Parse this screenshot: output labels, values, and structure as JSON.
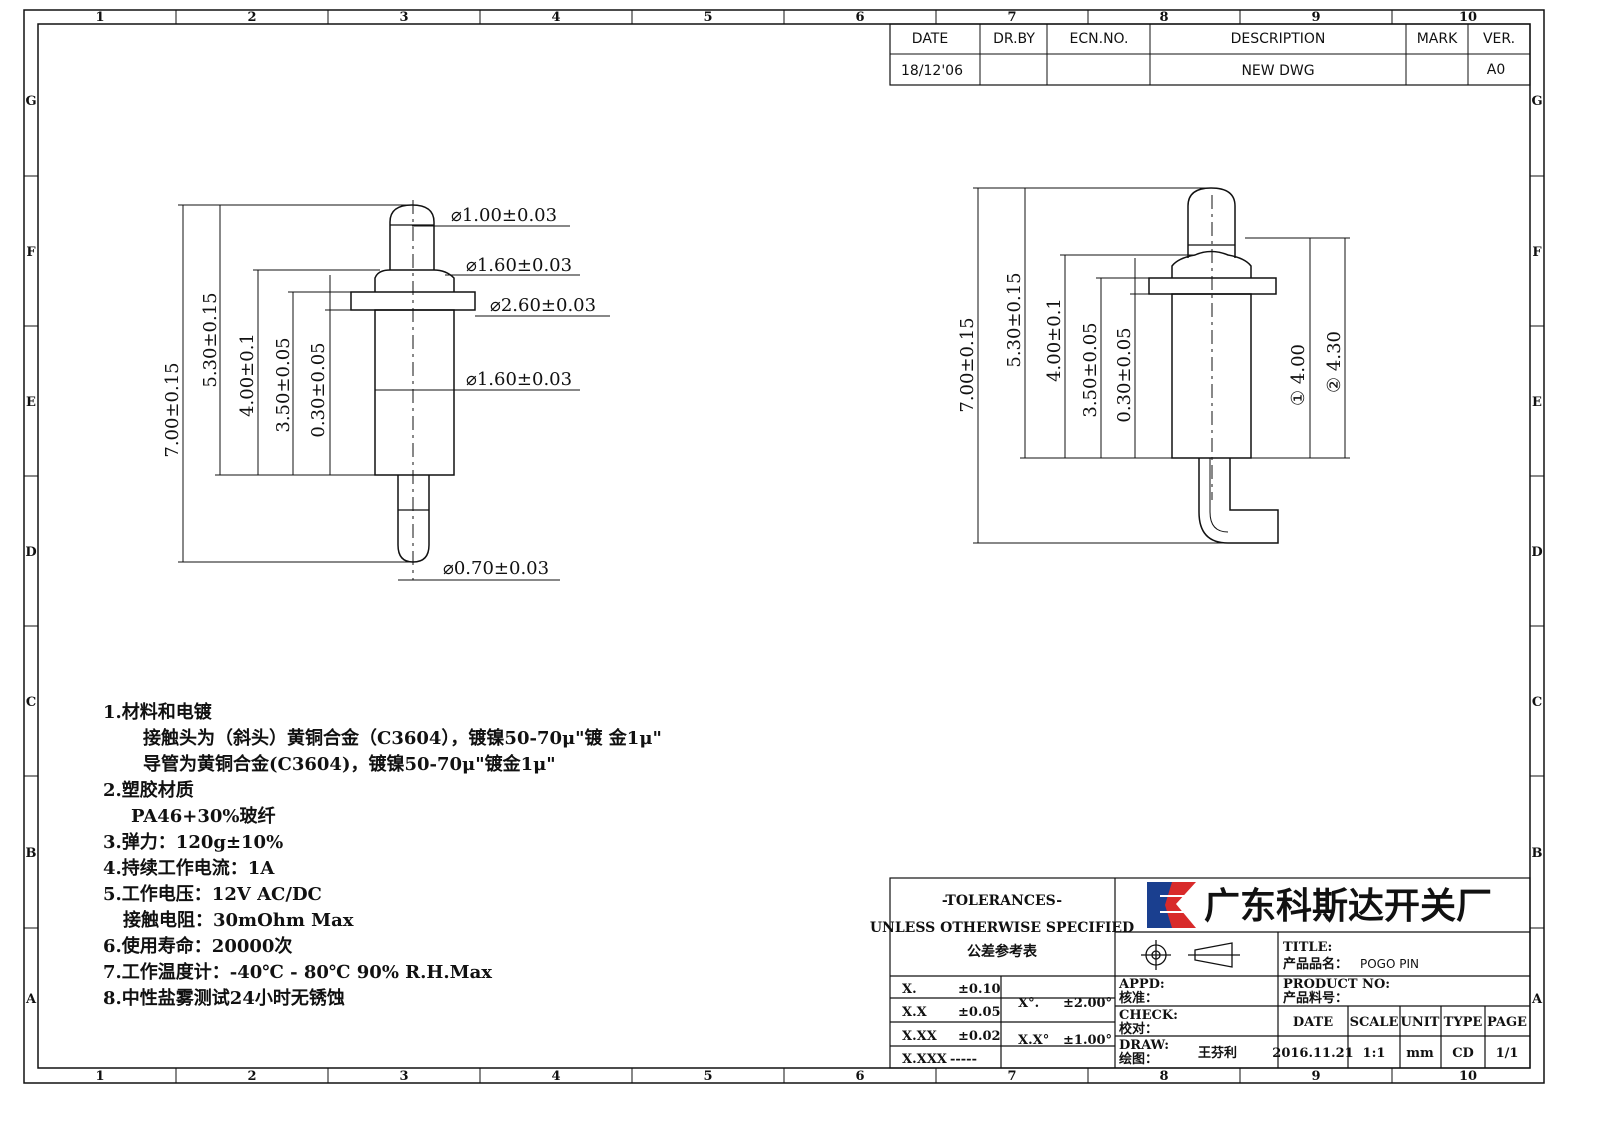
{
  "zones": {
    "columns": [
      "1",
      "2",
      "3",
      "4",
      "5",
      "6",
      "7",
      "8",
      "9",
      "10"
    ],
    "rows": [
      "G",
      "F",
      "E",
      "D",
      "C",
      "B",
      "A"
    ]
  },
  "revision": {
    "headers": [
      "DATE",
      "DR.BY",
      "ECN.NO.",
      "DESCRIPTION",
      "MARK",
      "VER."
    ],
    "row": [
      "18/12'06",
      "",
      "",
      "NEW DWG",
      "",
      "A0"
    ]
  },
  "view_left": {
    "dims": [
      "7.00±0.15",
      "5.30±0.15",
      "4.00±0.1",
      "3.50±0.05",
      "0.30±0.05"
    ],
    "diameters": [
      "⌀1.00±0.03",
      "⌀1.60±0.03",
      "⌀2.60±0.03",
      "⌀1.60±0.03",
      "⌀0.70±0.03"
    ]
  },
  "view_right": {
    "dims": [
      "7.00±0.15",
      "5.30±0.15",
      "4.00±0.1",
      "3.50±0.05",
      "0.30±0.05"
    ],
    "markers": [
      "① 4.00",
      "② 4.30"
    ]
  },
  "notes": [
    "1.材料和电镀",
    "接触头为（斜头）黄铜合金（C3604），镀镍50-70μ\"镀 金1μ\"",
    "导管为黄铜合金(C3604)，镀镍50-70μ\"镀金1μ\"",
    "2.塑胶材质",
    "PA46+30%玻纤",
    "3.弹力：120g±10%",
    "4.持续工作电流：1A",
    "5.工作电压：12V AC/DC",
    "接触电阻：30mOhm Max",
    "6.使用寿命：20000次",
    "7.工作温度计：-40℃ - 80℃   90% R.H.Max",
    "8.中性盐雾测试24小时无锈蚀"
  ],
  "tolerances": {
    "title": "-TOLERANCES-",
    "subtitle": "UNLESS OTHERWISE SPECIFIED",
    "subtitle_cn": "公差参考表",
    "rows": [
      {
        "label": "X.",
        "value": "±0.10"
      },
      {
        "label": "X.X",
        "value": "±0.05"
      },
      {
        "label": "X.XX",
        "value": "±0.02"
      },
      {
        "label": "X.XXX",
        "value": "-----"
      }
    ],
    "angular": [
      {
        "label": "X°.",
        "value": "±2.00°"
      },
      {
        "label": "X.X°",
        "value": "±1.00°"
      }
    ]
  },
  "company": {
    "name": "广东科斯达开关厂",
    "logo_colors": [
      "#1a3f8f",
      "#d82a2a"
    ]
  },
  "title_block": {
    "title_label": "TITLE:",
    "title_cn": "产品品名：",
    "title_value": "POGO PIN",
    "product_label": "PRODUCT NO:",
    "product_cn": "产品料号：",
    "appd": "APPD:",
    "appd_cn": "核准：",
    "check": "CHECK:",
    "check_cn": "校对：",
    "draw": "DRAW:",
    "draw_cn": "绘图：",
    "drawer": "王芬利",
    "headers": [
      "DATE",
      "SCALE",
      "UNIT",
      "TYPE",
      "PAGE"
    ],
    "values": [
      "2016.11.21",
      "1:1",
      "mm",
      "CD",
      "1/1"
    ]
  }
}
